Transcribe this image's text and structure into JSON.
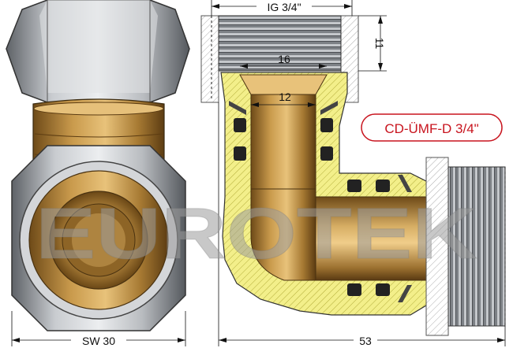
{
  "watermark": "EUROTEK",
  "product_code": "CD-ÜMF-D 3/4\"",
  "dimensions": {
    "thread_top": "IG 3/4\"",
    "thread_depth": "11",
    "bore_outer": "16",
    "bore_inner": "12",
    "width_across_flats": "SW 30",
    "overall_length": "53"
  },
  "colors": {
    "brass": "#b5893f",
    "steel": "#9a9ea3",
    "section_fill": "#f3ef8a",
    "label_red": "#c8141e"
  }
}
